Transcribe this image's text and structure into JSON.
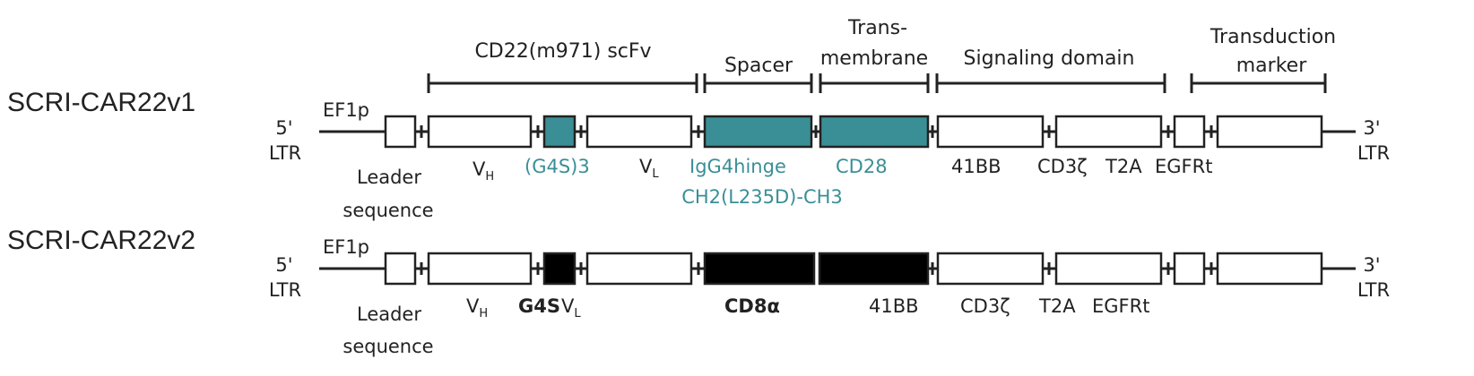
{
  "colors": {
    "teal": "#3a8f96",
    "black": "#000000"
  },
  "headers": {
    "scfv": "CD22(m971) scFv",
    "spacer": "Spacer",
    "tm_line1": "Trans-",
    "tm_line2": "membrane",
    "signaling": "Signaling domain",
    "marker_line1": "Transduction",
    "marker_line2": "marker"
  },
  "constructs": [
    {
      "name": "SCRI-CAR22v1",
      "ltr5_top": "5'",
      "ltr5_bot": "LTR",
      "promoter": "EF1p",
      "ltr3_top": "3'",
      "ltr3_bot": "LTR",
      "leader_line1": "Leader",
      "leader_line2": "sequence",
      "vh_main": "V",
      "vh_sub": "H",
      "linker": "(G4S)3",
      "vl_main": "V",
      "vl_sub": "L",
      "spacer": "IgG4hinge",
      "spacer_sub": "CH2(L235D)-CH3",
      "tm": "CD28",
      "costim": "41BB",
      "cd3z": "CD3ζ",
      "t2a": "T2A",
      "egfrt": "EGFRt"
    },
    {
      "name": "SCRI-CAR22v2",
      "ltr5_top": "5'",
      "ltr5_bot": "LTR",
      "promoter": "EF1p",
      "ltr3_top": "3'",
      "ltr3_bot": "LTR",
      "leader_line1": "Leader",
      "leader_line2": "sequence",
      "vh_main": "V",
      "vh_sub": "H",
      "linker": "G4S",
      "vl_main": "V",
      "vl_sub": "L",
      "spacer": "CD8α",
      "tm": "41BB",
      "cd3z": "CD3ζ",
      "t2a": "T2A",
      "egfrt": "EGFRt"
    }
  ]
}
